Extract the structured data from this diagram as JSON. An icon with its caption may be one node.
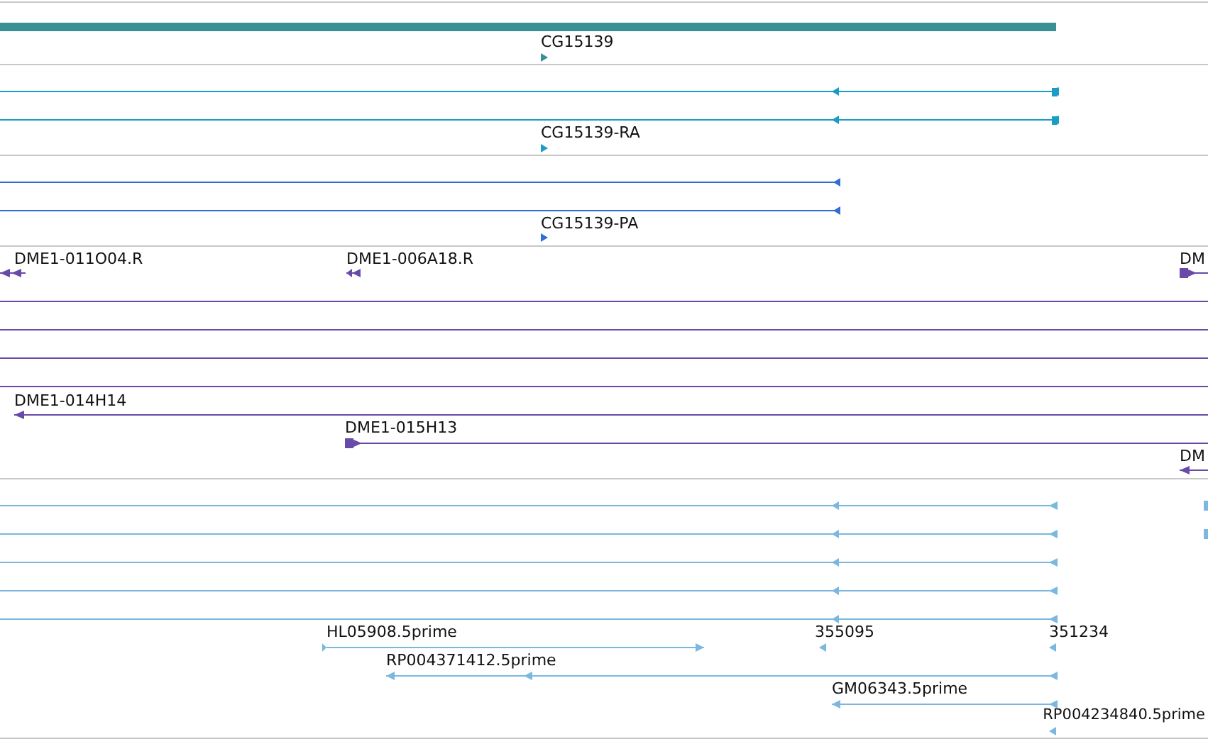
{
  "diagram": {
    "labels": [
      "CG15139",
      "CG15139-RA",
      "CG15139-PA",
      "DME1-011O04.R",
      "DME1-006A18.R",
      "DM",
      "DME1-014H14",
      "DME1-015H13",
      "DM",
      "HL05908.5prime",
      "355095",
      "351234",
      "RP004371412.5prime",
      "GM06343.5prime",
      "RP004234840.5prime"
    ]
  }
}
